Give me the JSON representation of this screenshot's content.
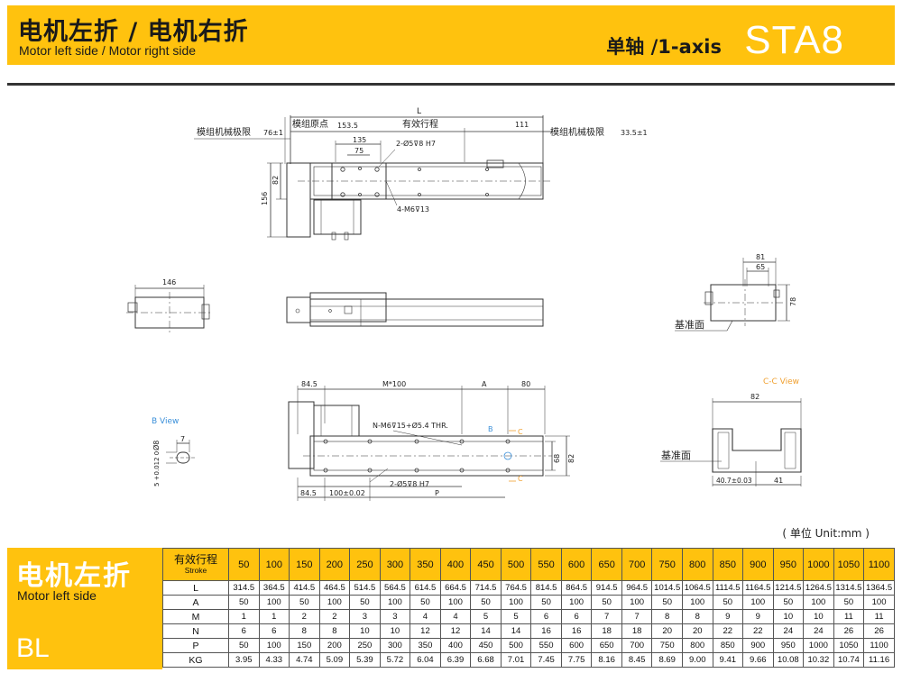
{
  "header": {
    "title": "电机左折 / 电机右折",
    "subtitle": "Motor left side / Motor right side",
    "axis_label": "单轴 /1-axis",
    "model": "STA8"
  },
  "drawing": {
    "dim_L": "L",
    "mech_limit_left": "模组机械极限",
    "mech_limit_left_val": "76±1",
    "module_origin": "模组原点",
    "module_origin_val": "153.5",
    "effective_stroke": "有效行程",
    "dim_111": "111",
    "mech_limit_right": "模组机械极限",
    "mech_limit_right_val": "33.5±1",
    "dim_135": "135",
    "dim_75": "75",
    "hole_label_top": "2-Ø5⊽8 H7",
    "dim_82_v": "82",
    "dim_156": "156",
    "screw_label": "4-M6⊽13",
    "dim_146": "146",
    "dim_81": "81",
    "dim_65": "65",
    "dim_78": "78",
    "ref_face_1": "基准面",
    "cc_view": "C-C View",
    "dim_82_h": "82",
    "ref_face_2": "基准面",
    "dim_40_7": "40.7±0.03",
    "dim_41": "41",
    "b_view": "B View",
    "dim_7": "7",
    "dim_phi8": "Ø8",
    "dim_5_tol": "5 +0.012 0",
    "dim_84_5_top": "84.5",
    "dim_m100": "M*100",
    "dim_A": "A",
    "dim_80": "80",
    "thread_label": "N-M6⊽15+Ø5.4 THR.",
    "mark_B": "B",
    "mark_C1": "C",
    "mark_C2": "C",
    "dim_68": "68",
    "dim_82_side": "82",
    "hole_label_bottom": "2-Ø5⊽8 H7",
    "dim_84_5_bot": "84.5",
    "dim_100": "100±0.02",
    "dim_P": "P"
  },
  "unit_note": "( 单位 Unit:mm )",
  "section": {
    "title": "电机左折",
    "subtitle": "Motor left side",
    "code": "BL"
  },
  "table": {
    "head_label": "有效行程",
    "head_label_en": "Stroke",
    "strokes": [
      "50",
      "100",
      "150",
      "200",
      "250",
      "300",
      "350",
      "400",
      "450",
      "500",
      "550",
      "600",
      "650",
      "700",
      "750",
      "800",
      "850",
      "900",
      "950",
      "1000",
      "1050",
      "1100"
    ],
    "rows": [
      {
        "label": "L",
        "values": [
          "314.5",
          "364.5",
          "414.5",
          "464.5",
          "514.5",
          "564.5",
          "614.5",
          "664.5",
          "714.5",
          "764.5",
          "814.5",
          "864.5",
          "914.5",
          "964.5",
          "1014.5",
          "1064.5",
          "1114.5",
          "1164.5",
          "1214.5",
          "1264.5",
          "1314.5",
          "1364.5"
        ]
      },
      {
        "label": "A",
        "values": [
          "50",
          "100",
          "50",
          "100",
          "50",
          "100",
          "50",
          "100",
          "50",
          "100",
          "50",
          "100",
          "50",
          "100",
          "50",
          "100",
          "50",
          "100",
          "50",
          "100",
          "50",
          "100"
        ]
      },
      {
        "label": "M",
        "values": [
          "1",
          "1",
          "2",
          "2",
          "3",
          "3",
          "4",
          "4",
          "5",
          "5",
          "6",
          "6",
          "7",
          "7",
          "8",
          "8",
          "9",
          "9",
          "10",
          "10",
          "11",
          "11"
        ]
      },
      {
        "label": "N",
        "values": [
          "6",
          "6",
          "8",
          "8",
          "10",
          "10",
          "12",
          "12",
          "14",
          "14",
          "16",
          "16",
          "18",
          "18",
          "20",
          "20",
          "22",
          "22",
          "24",
          "24",
          "26",
          "26"
        ]
      },
      {
        "label": "P",
        "values": [
          "50",
          "100",
          "150",
          "200",
          "250",
          "300",
          "350",
          "400",
          "450",
          "500",
          "550",
          "600",
          "650",
          "700",
          "750",
          "800",
          "850",
          "900",
          "950",
          "1000",
          "1050",
          "1100"
        ]
      },
      {
        "label": "KG",
        "values": [
          "3.95",
          "4.33",
          "4.74",
          "5.09",
          "5.39",
          "5.72",
          "6.04",
          "6.39",
          "6.68",
          "7.01",
          "7.45",
          "7.75",
          "8.16",
          "8.45",
          "8.69",
          "9.00",
          "9.41",
          "9.66",
          "10.08",
          "10.32",
          "10.74",
          "11.16"
        ]
      }
    ]
  },
  "colors": {
    "brand_yellow": "#FFC20E",
    "view_label_blue": "#3A8FD9",
    "view_label_orange": "#F0A030"
  }
}
